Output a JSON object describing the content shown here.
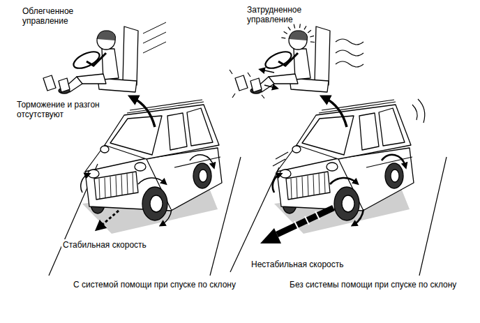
{
  "diagram": {
    "labels": [
      "Облегченное управление",
      "Торможение и разгон отсутствуют",
      "Стабильная скорость",
      "С системой помощи при спуске по склону",
      "Затрудненное управление",
      "Нестабильная скорость",
      "Без системы помощи при спуске по склону"
    ]
  }
}
